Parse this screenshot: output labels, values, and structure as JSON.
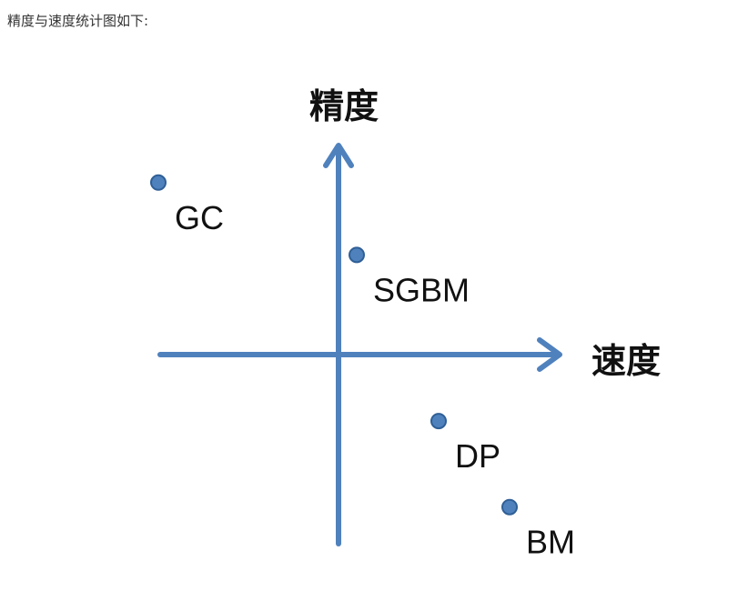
{
  "intro_text": "精度与速度统计图如下:",
  "colors": {
    "axis": "#4f81bd",
    "point_fill": "#4f81bd",
    "point_stroke": "#2f5f96",
    "label": "#111111"
  },
  "chart_data": {
    "type": "scatter",
    "title": "",
    "xlabel": "速度",
    "ylabel": "精度",
    "xlim": [
      -1,
      1
    ],
    "ylim": [
      -1,
      1
    ],
    "grid": false,
    "legend": "none",
    "points": [
      {
        "label": "GC",
        "x": -0.99,
        "y": 0.88
      },
      {
        "label": "SGBM",
        "x": 0.1,
        "y": 0.51
      },
      {
        "label": "DP",
        "x": 0.55,
        "y": -0.34
      },
      {
        "label": "BM",
        "x": 0.94,
        "y": -0.78
      }
    ]
  }
}
